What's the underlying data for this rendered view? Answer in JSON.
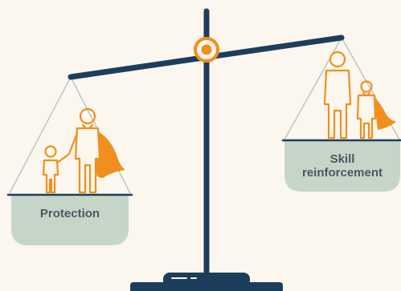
{
  "scale": {
    "left_pan": {
      "label": "Protection"
    },
    "right_pan": {
      "label_line1": "Skill",
      "label_line2": "reinforcement"
    }
  },
  "colors": {
    "background": "#fbf6ee",
    "beam": "#1d3e5b",
    "accent": "#f08f1e",
    "pan": "#c5d6c9",
    "string": "#b7cbbd",
    "label": "#4d5661"
  },
  "icons": {
    "left_figures": [
      "child-icon",
      "superhero-adult-icon"
    ],
    "right_figures": [
      "adult-icon",
      "superhero-child-icon"
    ]
  }
}
